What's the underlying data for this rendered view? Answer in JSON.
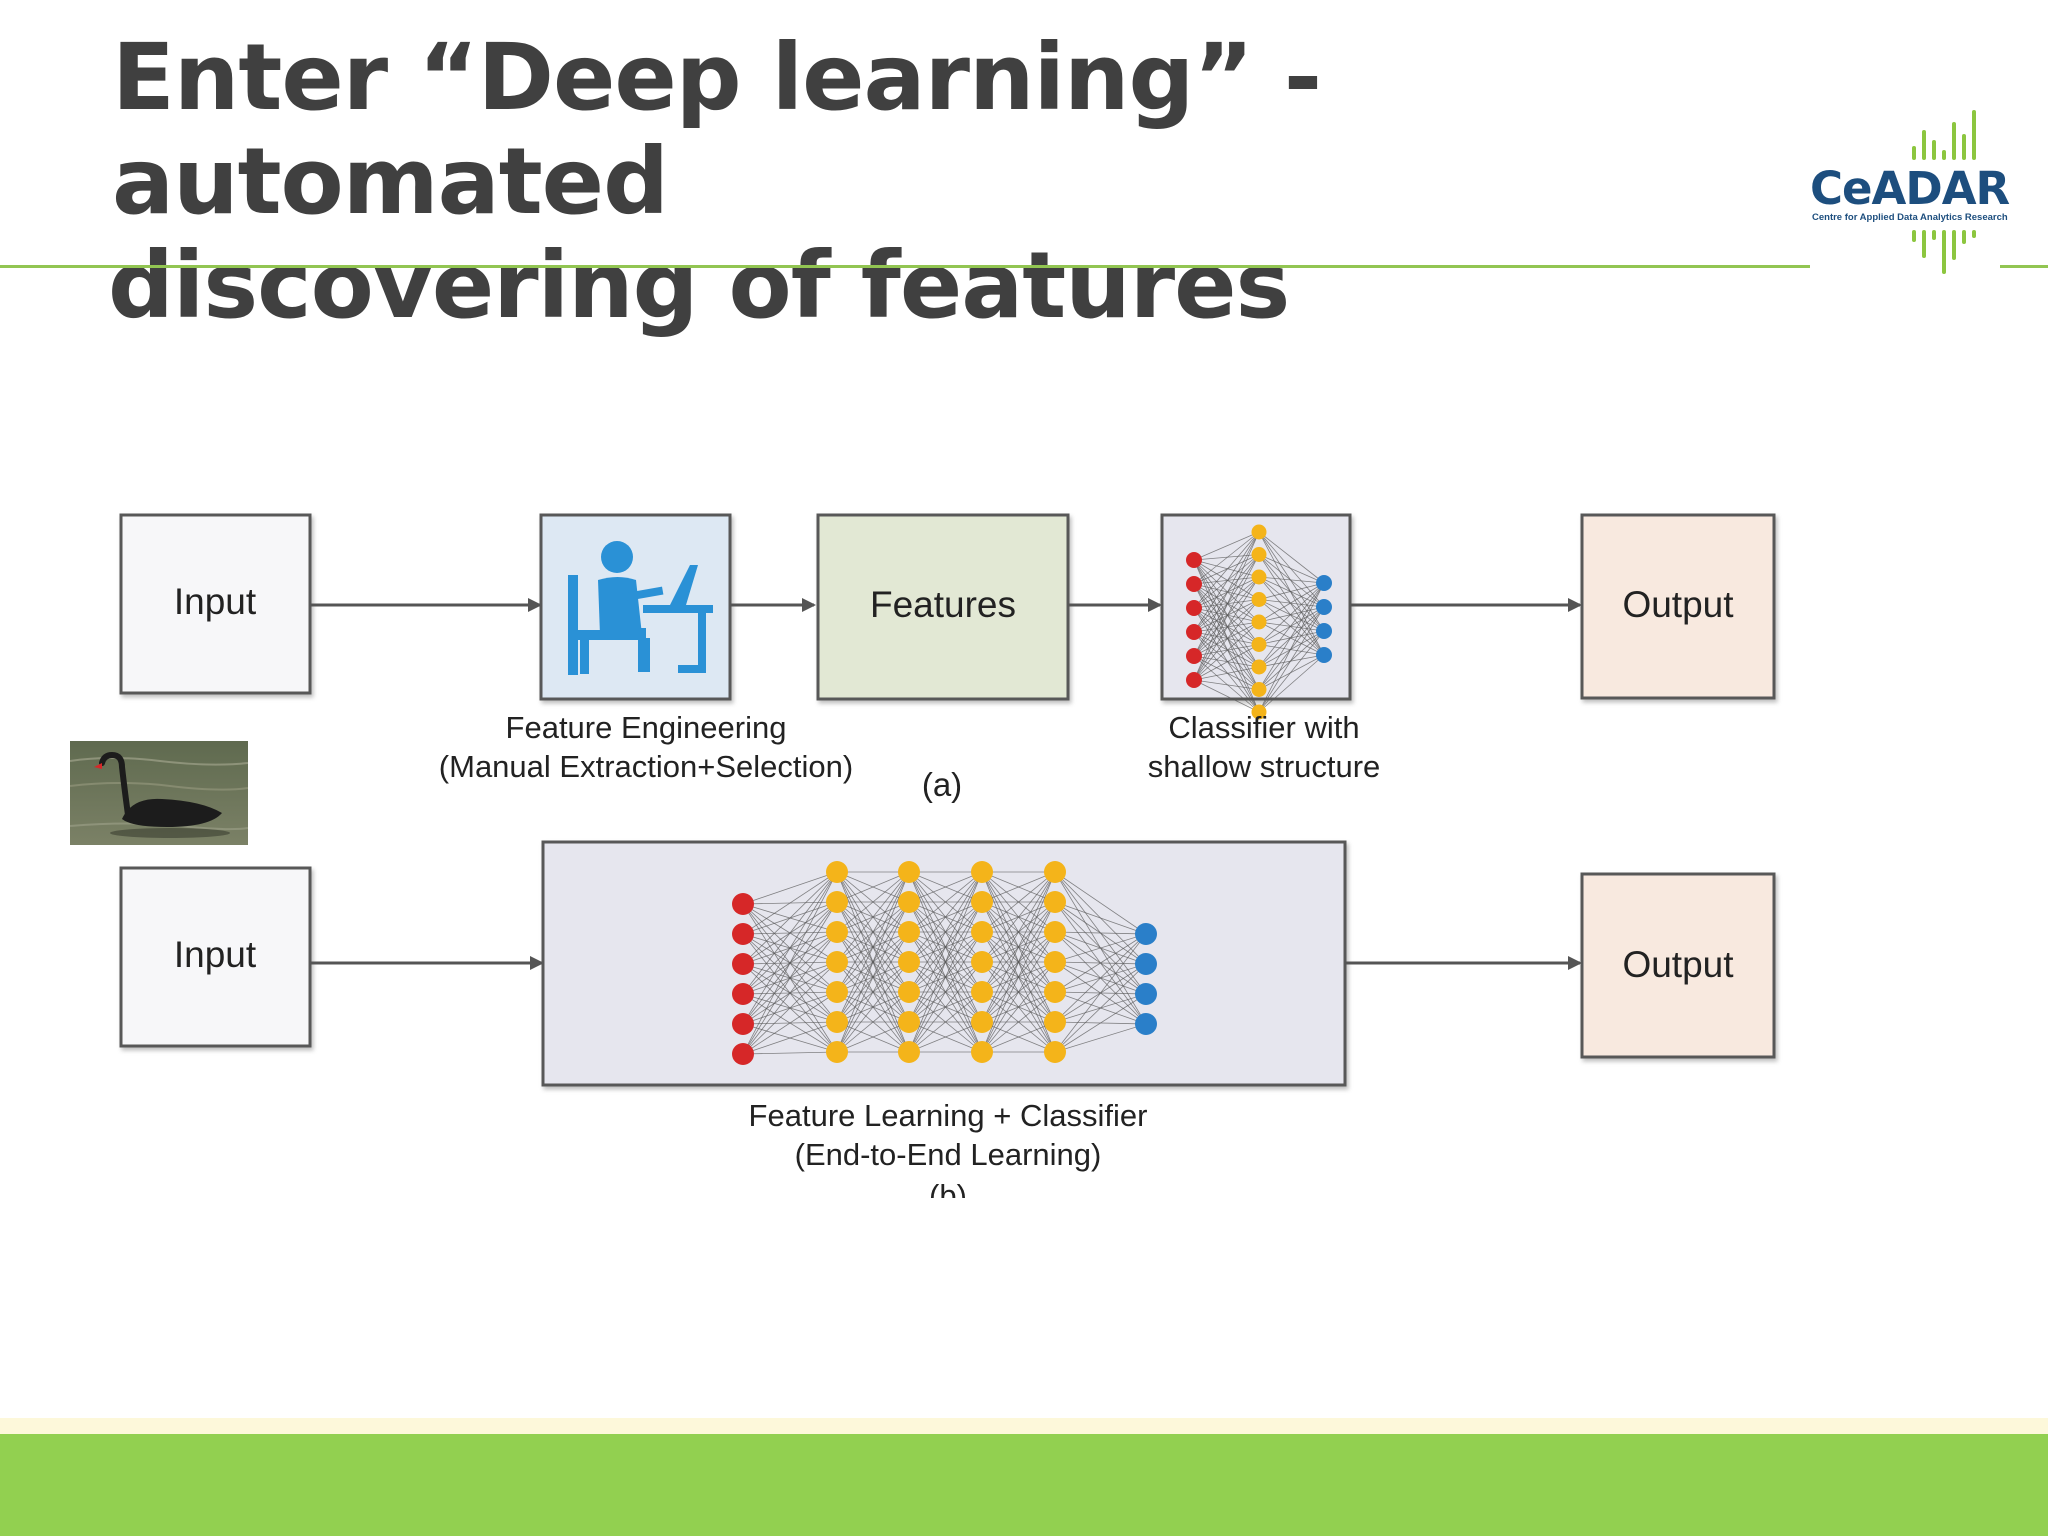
{
  "slide": {
    "title_line1": "Enter “Deep learning”  - automated",
    "title_line2": "discovering of features"
  },
  "logo": {
    "wordmark": "CeADAR",
    "tagline": "Centre for Applied Data Analytics Research",
    "colors": {
      "text": "#1d4e7e",
      "bars": "#8cc63f"
    }
  },
  "diagram": {
    "row_a": {
      "input_label": "Input",
      "engineering_caption_1": "Feature Engineering",
      "engineering_caption_2": "(Manual Extraction+Selection)",
      "features_label": "Features",
      "classifier_caption_1": "Classifier with",
      "classifier_caption_2": "shallow structure",
      "output_label": "Output",
      "panel_label": "(a)"
    },
    "row_b": {
      "input_label": "Input",
      "learning_caption_1": "Feature Learning + Classifier",
      "learning_caption_2": "(End-to-End Learning)",
      "output_label": "Output",
      "panel_label": "(b)"
    },
    "colors": {
      "input_node": "#d62728",
      "hidden_node": "#f4b41a",
      "output_node": "#2a7fc9",
      "features_box": "#e2e8d4",
      "output_box": "#f8e9df",
      "engineer_icon": "#2a91d6",
      "accent_green": "#92d050"
    }
  }
}
